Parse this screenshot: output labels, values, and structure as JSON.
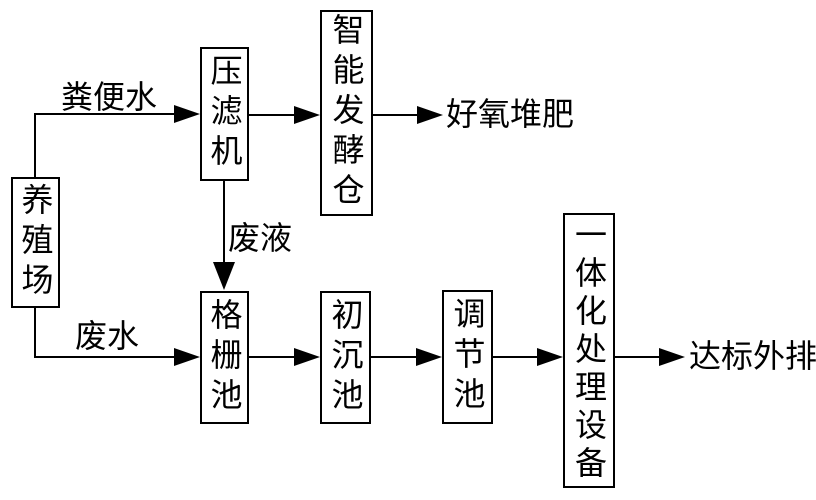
{
  "diagram": {
    "type": "process-flowchart",
    "nodes": {
      "farm": "养殖场",
      "filter_press": "压滤机",
      "fermentation_silo": "智能发酵仓",
      "bar_screen_pool": "格栅池",
      "primary_sedimentation_pool": "初沉池",
      "regulation_pool": "调节池",
      "integrated_treatment_equipment": "一体化处理设备"
    },
    "edge_labels": {
      "fecal_water": "粪便水",
      "waste_liquid": "废液",
      "waste_water": "废水"
    },
    "outputs": {
      "aerobic_composting": "好氧堆肥",
      "standard_discharge": "达标外排"
    },
    "colors": {
      "line": "#000000",
      "background": "#ffffff",
      "text": "#000000"
    }
  }
}
